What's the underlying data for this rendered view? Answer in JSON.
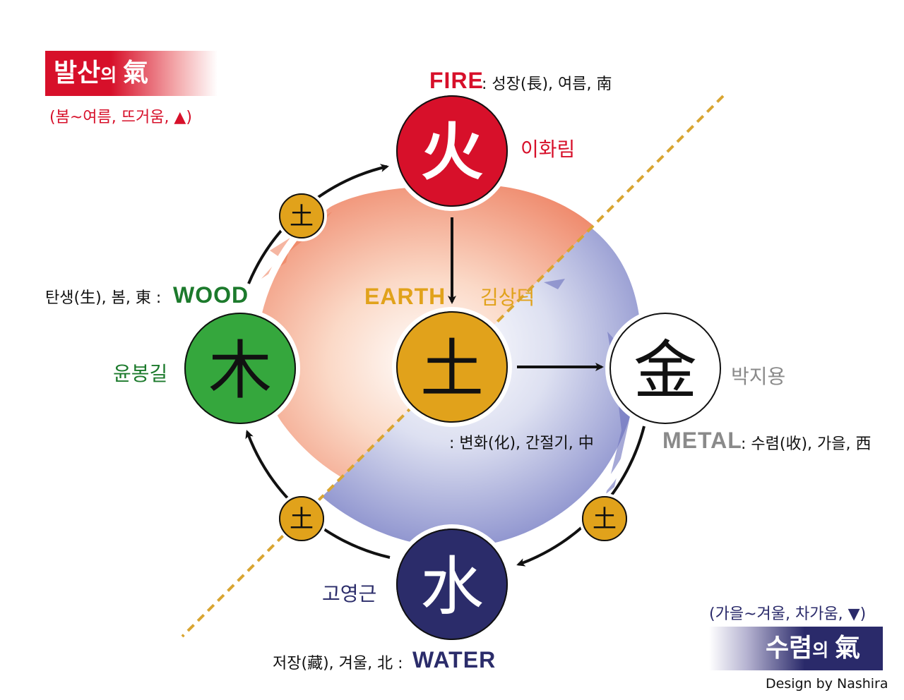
{
  "diagram": {
    "top_banner": {
      "main": "발산",
      "particle": "의 ",
      "ki": "氣",
      "subtitle": "(봄~여름, 뜨거움, ▲)"
    },
    "bottom_banner": {
      "main": "수렴",
      "particle": "의 ",
      "ki": "氣",
      "subtitle": "(가을~겨울, 차가움, ▼)"
    },
    "credit": "Design by Nashira",
    "elements": {
      "fire": {
        "glyph": "火",
        "english": "FIRE",
        "description": ": 성장(長), 여름, 南",
        "person": "이화림",
        "color": "#d7102a"
      },
      "wood": {
        "glyph": "木",
        "english": "WOOD",
        "description": "탄생(生), 봄, 東 :",
        "person": "윤봉길",
        "color": "#35a73d"
      },
      "earth": {
        "glyph": "土",
        "english": "EARTH",
        "description": ": 변화(化), 간절기, 中",
        "person": "김상덕",
        "color": "#e1a21b"
      },
      "metal": {
        "glyph": "金",
        "english": "METAL",
        "description": ": 수렴(收), 가을, 西",
        "person": "박지용",
        "color": "#ffffff"
      },
      "water": {
        "glyph": "水",
        "english": "WATER",
        "description": "저장(藏), 겨울, 北 :",
        "person": "고영근",
        "color": "#2b2c6a"
      }
    },
    "small_earth_glyph": "土"
  }
}
